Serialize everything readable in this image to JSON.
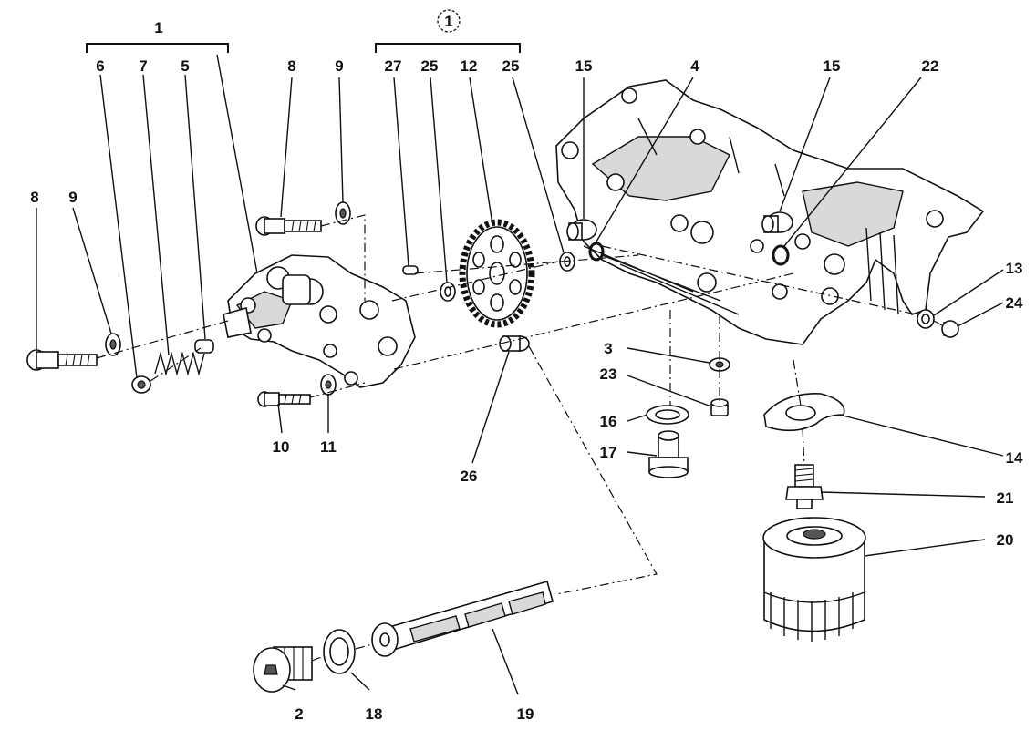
{
  "callouts": {
    "c1": "1",
    "c1_circled": "1",
    "c2": "2",
    "c3": "3",
    "c4": "4",
    "c5": "5",
    "c6": "6",
    "c7": "7",
    "c8_top": "8",
    "c8_left": "8",
    "c9_top": "9",
    "c9_left": "9",
    "c10": "10",
    "c11": "11",
    "c12": "12",
    "c13": "13",
    "c14": "14",
    "c15_a": "15",
    "c15_b": "15",
    "c16": "16",
    "c17": "17",
    "c18": "18",
    "c19": "19",
    "c20": "20",
    "c21": "21",
    "c22": "22",
    "c23": "23",
    "c24": "24",
    "c25_a": "25",
    "c25_b": "25",
    "c26": "26",
    "c27": "27"
  }
}
